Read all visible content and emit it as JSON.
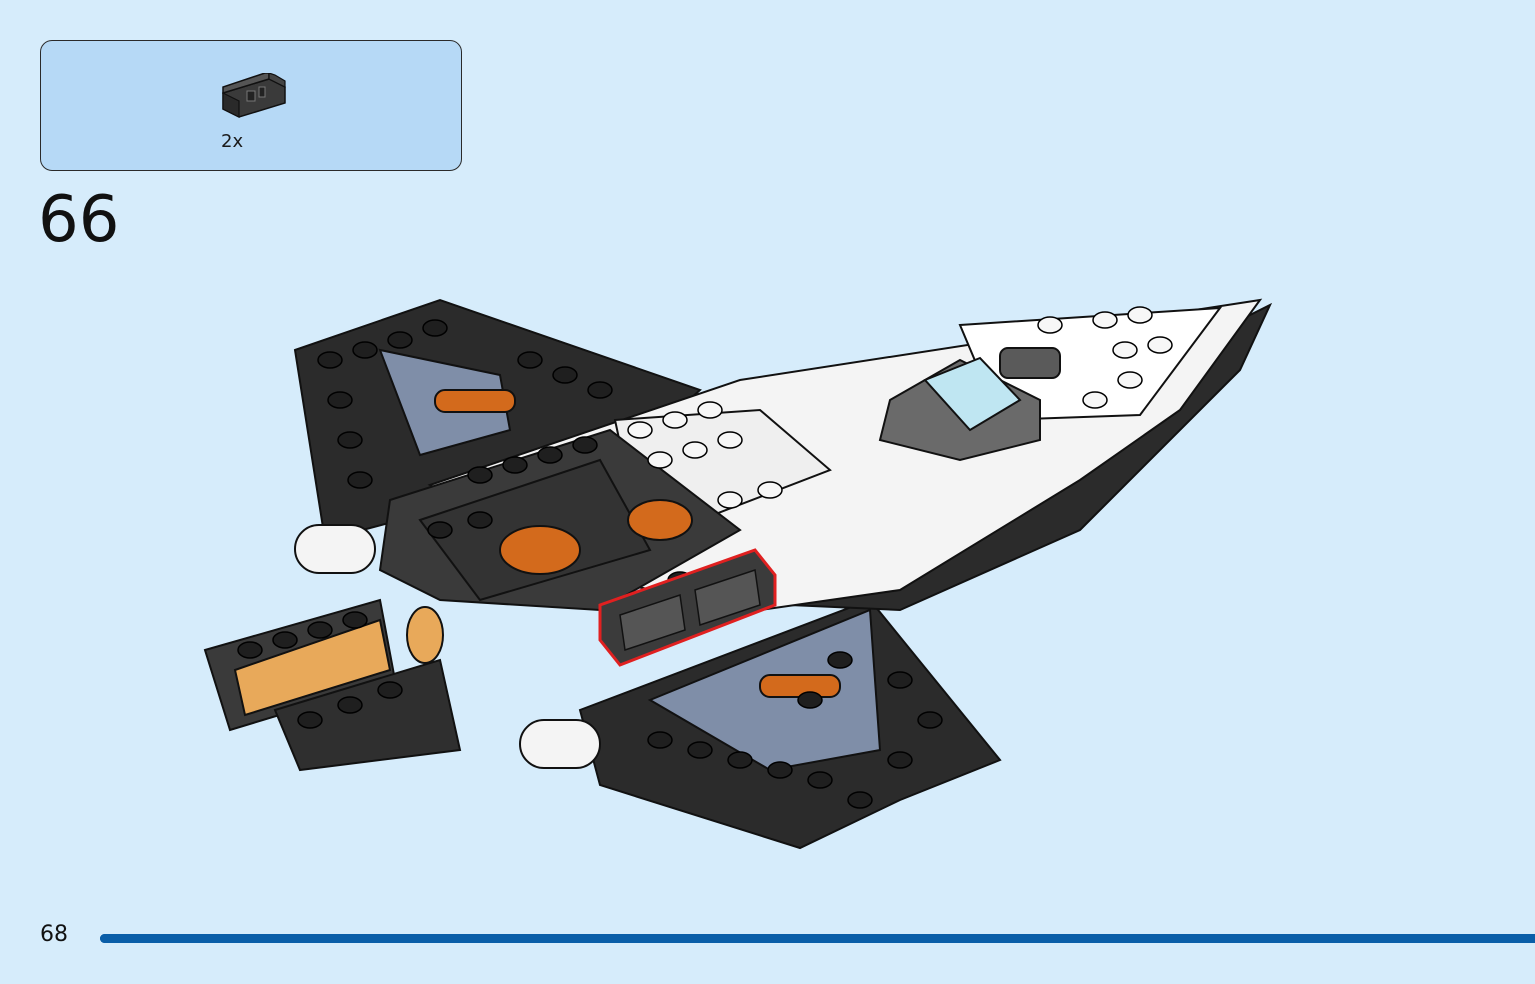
{
  "parts_panel": {
    "part_icon": "black-bracket-piece-icon",
    "quantity": "2x"
  },
  "step": {
    "number": "66"
  },
  "illustration": {
    "icon": "lego-spaceship-model",
    "highlight_color": "#e02020"
  },
  "footer": {
    "page_number": "68",
    "progress": 1.0,
    "accent_color": "#0a5ea8"
  }
}
